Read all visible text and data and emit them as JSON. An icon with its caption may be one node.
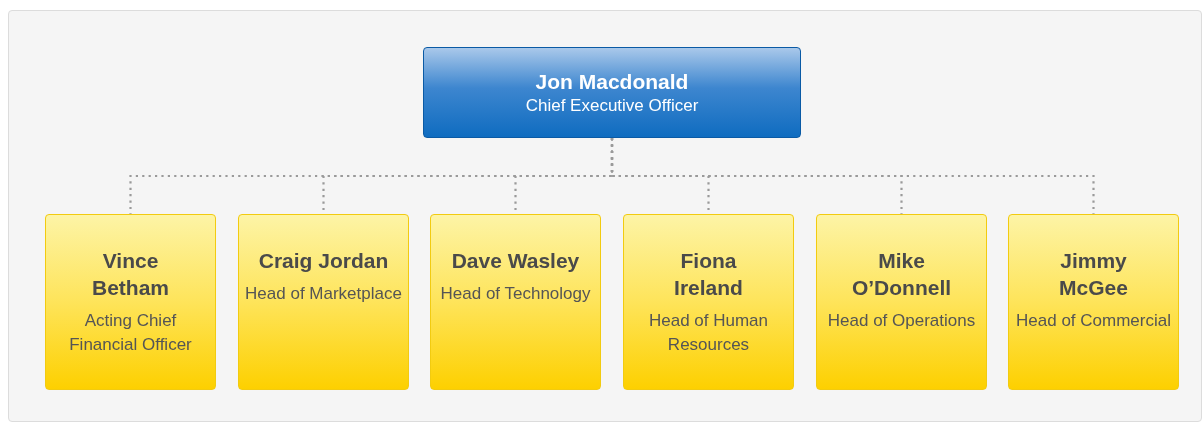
{
  "diagram": {
    "nodes": [
      {
        "text": [
          "Jon Macdonald",
          "Chief Executive Officer"
        ]
      },
      {
        "text": [
          "Vince Betham",
          "Acting Chief Financial Officer"
        ]
      },
      {
        "text": [
          "Craig Jordan",
          "Head of Marketplace"
        ]
      },
      {
        "text": [
          "Dave Wasley",
          "Head of Technology"
        ]
      },
      {
        "text": [
          "Fiona Ireland",
          "Head of Human Resources"
        ]
      },
      {
        "text": [
          "Mike O’Donnell",
          "Head of Operations"
        ]
      },
      {
        "text": [
          "Jimmy McGee",
          "Head of Commercial"
        ]
      }
    ],
    "edges": [
      {
        "from": 0,
        "to": 1,
        "arrow": "none"
      },
      {
        "from": 0,
        "to": 2,
        "arrow": "none"
      },
      {
        "from": 0,
        "to": 3,
        "arrow": "none"
      },
      {
        "from": 0,
        "to": 4,
        "arrow": "none"
      },
      {
        "from": 0,
        "to": 5,
        "arrow": "none"
      },
      {
        "from": 0,
        "to": 6,
        "arrow": "none"
      }
    ]
  }
}
